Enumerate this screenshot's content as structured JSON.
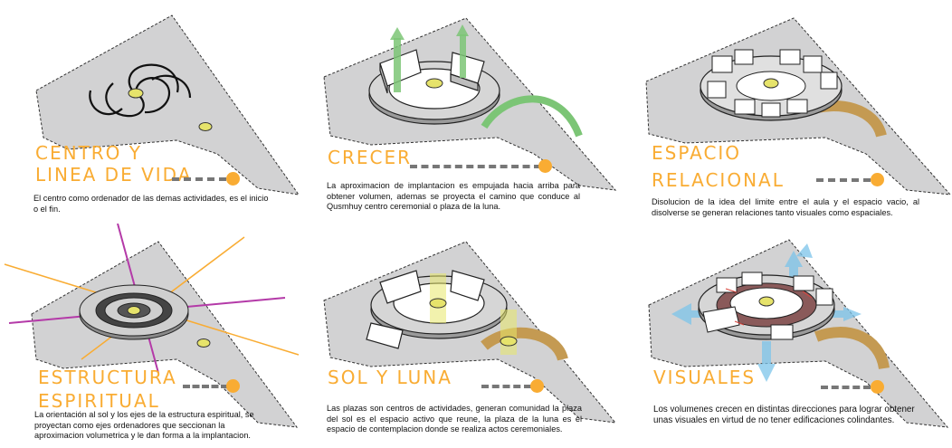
{
  "panels": [
    {
      "title_lines": [
        "CENTRO Y",
        "LINEA DE VIDA"
      ],
      "description": "El centro como ordenador de las demas actividades, es el inicio o el fin."
    },
    {
      "title_lines": [
        "CRECER"
      ],
      "description": "La aproximacion de implantacion es empujada hacia arriba para obtener volumen, ademas se proyecta el camino que conduce al Qusmhuy centro ceremonial o plaza de la luna."
    },
    {
      "title_lines": [
        "ESPACIO",
        "RELACIONAL"
      ],
      "description": "Disolucion de la idea del limite entre el aula y el espacio vacio, al disolverse se generan relaciones tanto visuales como espaciales."
    },
    {
      "title_lines": [
        "ESTRUCTURA",
        "ESPIRITUAL"
      ],
      "description": "La orientación al sol y los ejes de la estructura espiritual, se proyectan como ejes ordenadores que seccionan la aproximacion volumetrica y le dan forma a la implantacion."
    },
    {
      "title_lines": [
        "SOL Y LUNA"
      ],
      "description": "Las plazas son centros de actividades, generan comunidad la plaza del sol es el espacio activo que reune, la plaza de la luna es el espacio de contemplacion donde se realiza actos ceremoniales."
    },
    {
      "title_lines": [
        "VISUALES"
      ],
      "description": "Los volumenes crecen en distintas direcciones para lograr obtener unas visuales en virtud de no tener edificaciones colindantes."
    }
  ],
  "colors": {
    "accent": "#f9ac33",
    "site": "#d2d2d3",
    "growth_arrow": "#7cc576",
    "view_arrow": "#7cc4ea",
    "axis_magenta": "#b43aa8",
    "sun_yellow": "#e7e76a"
  }
}
